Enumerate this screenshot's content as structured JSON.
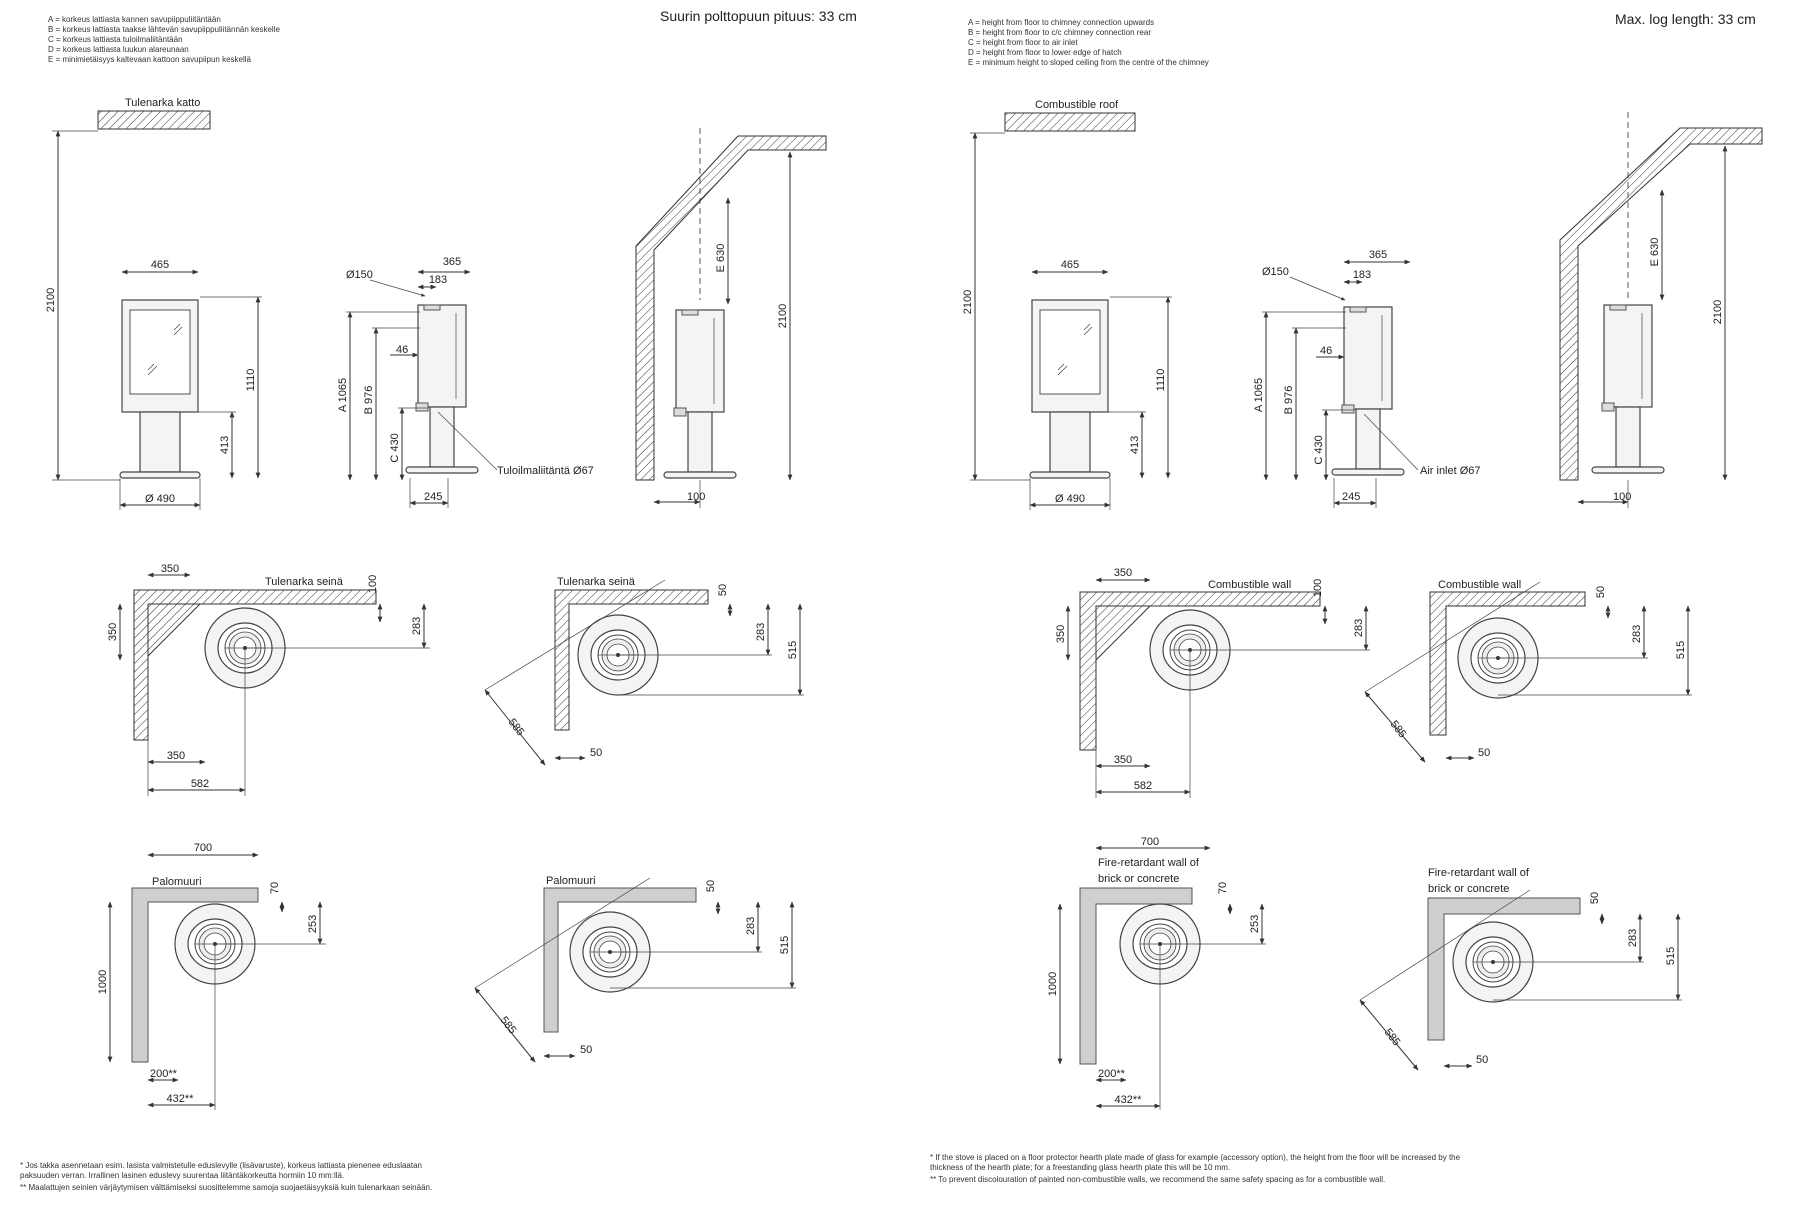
{
  "fi": {
    "legend": [
      "A = korkeus lattiasta kannen savupiippuliitäntään",
      "B = korkeus lattiasta taakse lähtevän savupiippuliitännän keskelle",
      "C = korkeus lattiasta tuloilmaliitäntään",
      "D = korkeus lattiasta luukun alareunaan",
      "E = minimietäisyys kaltevaan kattoon savupiipun keskellä"
    ],
    "max_log": "Suurin polttopuun pituus: 33 cm",
    "roof_label": "Tulenarka katto",
    "wall_label": "Tulenarka seinä",
    "firewall_label": "Palomuuri",
    "firewall_label_2": "Palomuuri",
    "air_inlet": "Tuloilmaliitäntä Ø67",
    "footnotes": [
      "*  Jos takka asennetaan esim. lasista valmistetulle eduslevylle (lisävaruste), korkeus lattiasta pienenee eduslaatan",
      "   paksuuden verran. Irrallinen lasinen eduslevy suurentaa liitäntäkorkeutta hormiin 10 mm:llä.",
      "** Maalattujen seinien värjäytymisen välttämiseksi suosittelemme samoja suojaetäisyyksiä kuin tulenarkaan seinään."
    ]
  },
  "en": {
    "legend": [
      "A = height from floor to chimney connection upwards",
      "B = height from floor to c/c chimney connection rear",
      "C = height from floor to air inlet",
      "D = height from floor to lower edge of hatch",
      "E = minimum height to sloped ceiling from the centre of the chimney"
    ],
    "max_log": "Max. log length: 33 cm",
    "roof_label": "Combustible roof",
    "wall_label": "Combustible wall",
    "wall_label_2": "Combustible wall",
    "firewall_label": "Fire-retardant wall of",
    "firewall_label_b": "brick or concrete",
    "firewall_label_2": "Fire-retardant wall of",
    "firewall_label_2b": "brick or concrete",
    "air_inlet": "Air inlet Ø67",
    "footnotes": [
      "*   If the stove is placed on a floor protector hearth plate made of glass for example (accessory option), the height from the floor will be increased by the",
      "    thickness of the hearth plate; for a freestanding glass hearth plate this will be 10 mm.",
      "**  To prevent discolouration of painted non-combustible walls, we recommend the same safety spacing as for a combustible wall."
    ]
  },
  "dims": {
    "h2100": "2100",
    "w465": "465",
    "h1110": "1110",
    "h413": "413",
    "d490": "Ø 490",
    "w365": "365",
    "w183": "183",
    "d150": "Ø150",
    "w46": "46",
    "a1065": "A 1065",
    "b976": "B 976",
    "c430": "C 430",
    "w245": "245",
    "e630": "E 630",
    "w100": "100",
    "w350": "350",
    "h100": "100",
    "h283": "283",
    "h515": "515",
    "w585": "585",
    "w50": "50",
    "w582": "582",
    "w700": "700",
    "h70": "70",
    "h253": "253",
    "h1000": "1000",
    "w200": "200**",
    "w432": "432**"
  }
}
